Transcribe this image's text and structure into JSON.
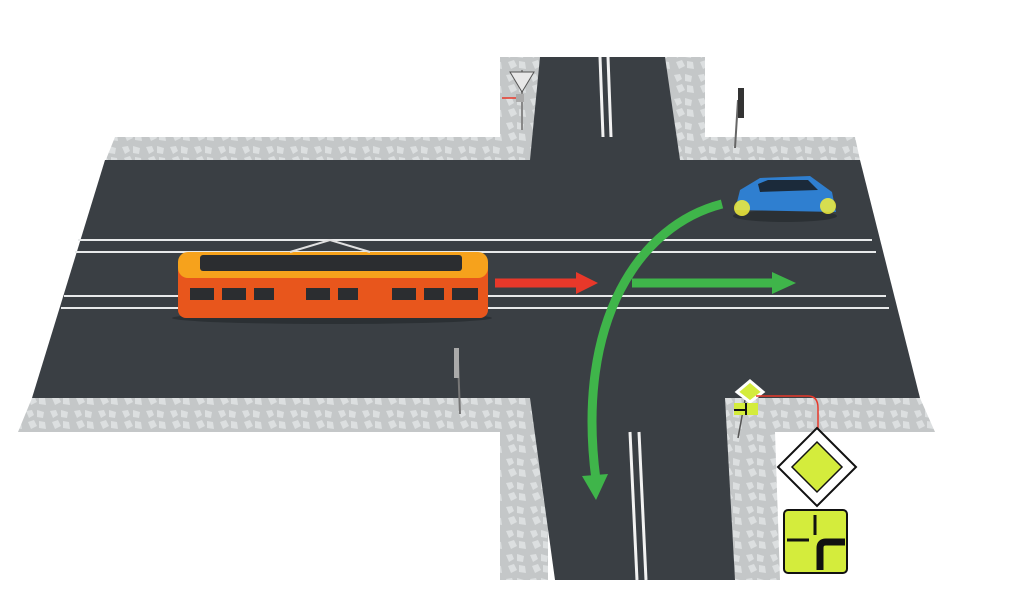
{
  "scene": {
    "description_type": "intersection-illustration",
    "colors": {
      "asphalt": "#3a3f44",
      "sidewalk": "#c9cccd",
      "tram_body": "#f0641e",
      "tram_roof": "#f6a21c",
      "car": "#2f7fd0",
      "arrow_tram": "#e8382a",
      "arrow_car": "#3fb54a",
      "sign_fill": "#d4ec3c"
    },
    "signs": [
      {
        "name": "priority-road-sign",
        "icon": "yellow-diamond"
      },
      {
        "name": "priority-road-direction-plate",
        "icon": "road-layout-turn"
      },
      {
        "name": "give-way-sign",
        "icon": "inverted-triangle"
      }
    ]
  }
}
